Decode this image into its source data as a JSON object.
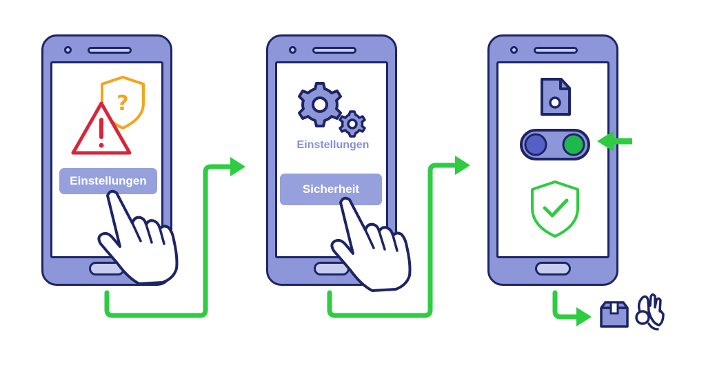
{
  "step1": {
    "button_label": "Einstellungen"
  },
  "step2": {
    "heading": "Einstellungen",
    "button_label": "Sicherheit"
  },
  "step3": {
    "toggle_state": "on"
  },
  "icons": {
    "warning": "warning-triangle-icon",
    "question_shield": "question-shield-icon",
    "hand": "pointing-hand-icon",
    "gears": "gears-icon",
    "file": "file-icon",
    "toggle": "toggle-switch-icon",
    "check_shield": "check-shield-icon",
    "box": "package-box-icon",
    "ok_hand": "ok-hand-icon"
  },
  "colors": {
    "phone_body": "#8c96d8",
    "outline": "#1d2466",
    "arrow_green": "#2ecc40",
    "warning_red": "#d8253a",
    "question_orange": "#f2a51c",
    "button": "#96a0dc",
    "check_green": "#2ecc40",
    "toggle_knob_off": "#5561c9",
    "toggle_knob_on": "#1fb84a"
  }
}
